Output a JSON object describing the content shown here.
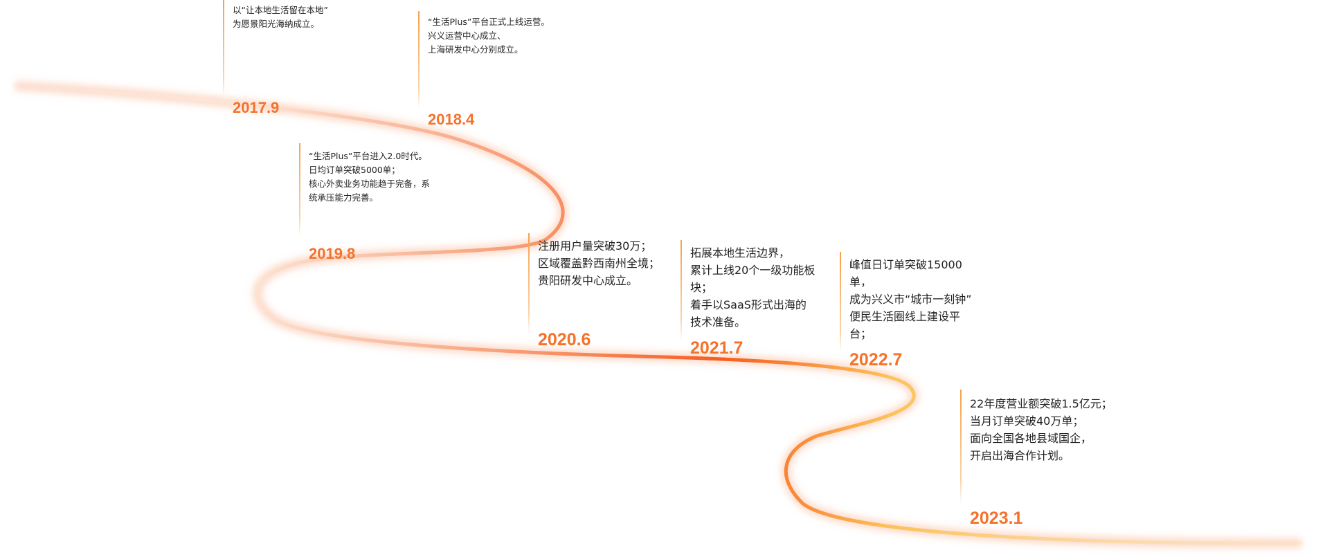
{
  "colors": {
    "accent": "#f4722b",
    "curve_start": "#fde5d6",
    "curve_mid": "#f8a07a",
    "curve_hot": "#f85c1e",
    "curve_gold": "#fcc25a",
    "curve_end": "#fde3b6",
    "text": "#222222"
  },
  "milestones": [
    {
      "year": "2017.9",
      "lines": [
        "以“让本地生活留在本地”",
        "为愿景阳光海纳成立。"
      ]
    },
    {
      "year": "2018.4",
      "lines": [
        "“生活Plus”平台正式上线运营。",
        "兴义运营中心成立、",
        "上海研发中心分别成立。"
      ]
    },
    {
      "year": "2019.8",
      "lines": [
        "“生活Plus”平台进入2.0时代。",
        "日均订单突破5000单；",
        "核心外卖业务功能趋于完备，系",
        "统承压能力完善。"
      ]
    },
    {
      "year": "2020.6",
      "lines": [
        "注册用户量突破30万；",
        "区域覆盖黔西南州全境；",
        "贵阳研发中心成立。"
      ]
    },
    {
      "year": "2021.7",
      "lines": [
        "拓展本地生活边界，",
        "累计上线20个一级功能板",
        "块；",
        "着手以SaaS形式出海的",
        "技术准备。"
      ]
    },
    {
      "year": "2022.7",
      "lines": [
        "峰值日订单突破15000",
        "单，",
        "成为兴义市“城市一刻钟”",
        "便民生活圈线上建设平",
        "台；"
      ]
    },
    {
      "year": "2023.1",
      "lines": [
        "22年度营业额突破1.5亿元；",
        "当月订单突破40万单；",
        "面向全国各地县域国企，",
        "开启出海合作计划。"
      ]
    }
  ]
}
